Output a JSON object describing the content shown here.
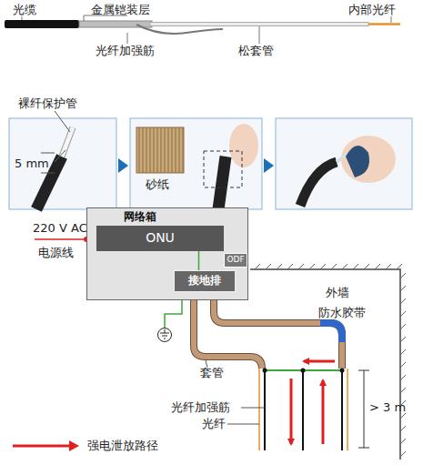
{
  "diagram": {
    "nodes": [
      {
        "text": [
          "网络箱"
        ]
      },
      {
        "text": [
          "ONU"
        ],
        "in": 0
      },
      {
        "text": [
          "ODF"
        ],
        "in": 0
      },
      {
        "text": [
          "接地排"
        ],
        "in": 0
      }
    ],
    "edges": [
      {
        "from": 1,
        "to": 3,
        "arrow": "none"
      }
    ],
    "labels": [
      "光缆",
      "金属铠装层",
      "内部光纤",
      "光纤加强筋",
      "松套管",
      "裸纤保护管",
      "5 mm",
      "砂纸",
      "220 V AC",
      "电源线",
      "外墙",
      "防水胶带",
      "套管",
      "光纤加强筋",
      "光纤",
      "> 3 m"
    ],
    "legend": [
      {
        "text": "强电泄放路径"
      }
    ]
  }
}
